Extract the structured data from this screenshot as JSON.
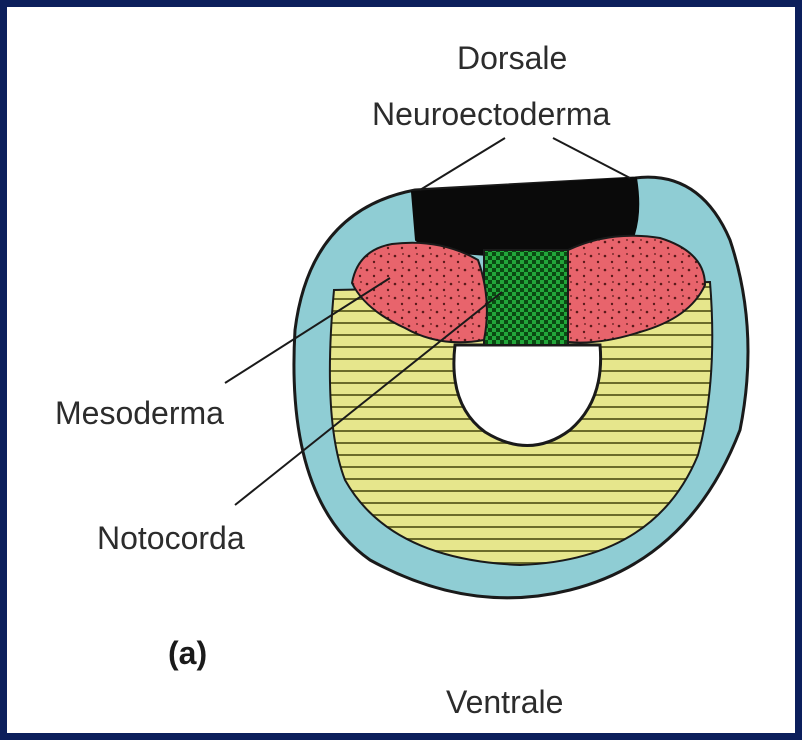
{
  "labels": {
    "dorsal": "Dorsale",
    "neuroectoderm": "Neuroectoderma",
    "mesoderm": "Mesoderma",
    "notochord": "Notocorda",
    "panel": "(a)",
    "ventral": "Ventrale"
  },
  "colors": {
    "frame": "#0c1f5c",
    "ectoderm": "#8fcdd4",
    "neuroectoderm": "#0a0a0a",
    "mesoderm": "#e8646c",
    "notochord": "#22a63a",
    "endoderm": "#e6e68c",
    "outline": "#1a1a1a"
  }
}
